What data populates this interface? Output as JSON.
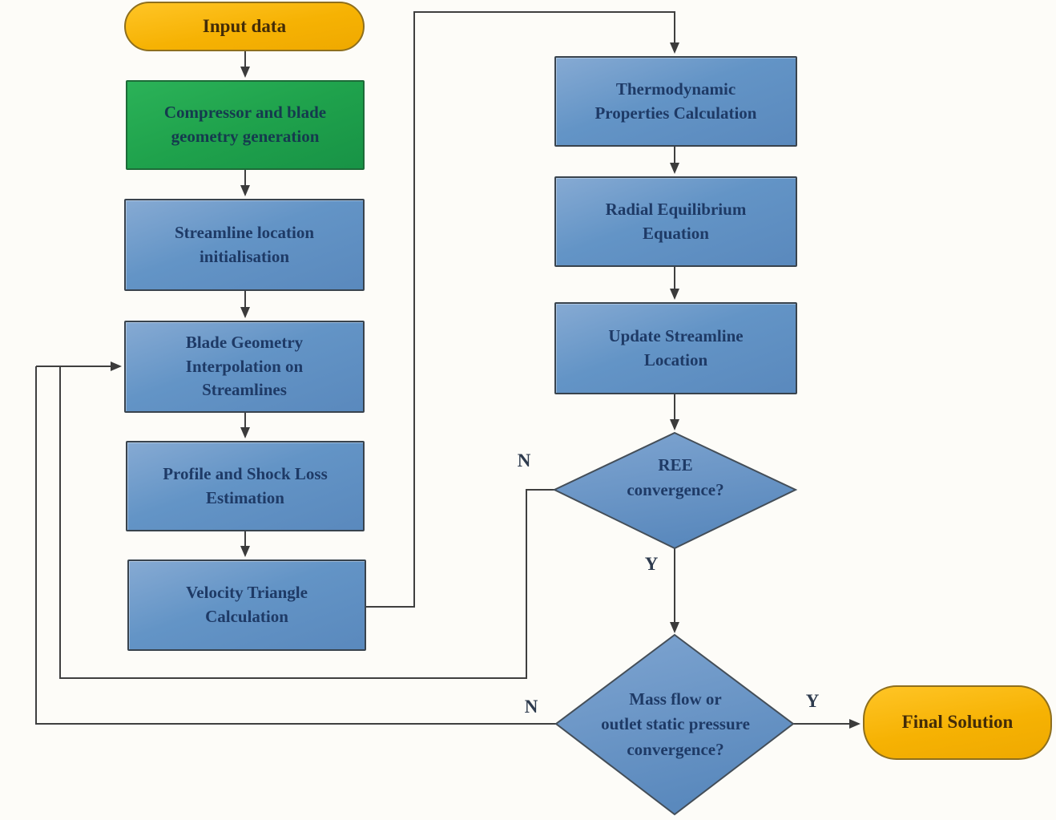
{
  "diagram": {
    "nodes": [
      {
        "id": "input-data",
        "type": "terminator",
        "label": "Input data"
      },
      {
        "id": "compressor-geometry",
        "type": "process-green",
        "label": "Compressor and blade\ngeometry generation"
      },
      {
        "id": "streamline-init",
        "type": "process",
        "label": "Streamline location\ninitialisation"
      },
      {
        "id": "blade-interpolation",
        "type": "process",
        "label": "Blade Geometry\nInterpolation on\nStreamlines"
      },
      {
        "id": "profile-shock-loss",
        "type": "process",
        "label": "Profile and Shock Loss\nEstimation"
      },
      {
        "id": "velocity-triangle",
        "type": "process",
        "label": "Velocity Triangle\nCalculation"
      },
      {
        "id": "thermodynamic-props",
        "type": "process",
        "label": "Thermodynamic\nProperties Calculation"
      },
      {
        "id": "radial-equilibrium",
        "type": "process",
        "label": "Radial Equilibrium\nEquation"
      },
      {
        "id": "update-streamline",
        "type": "process",
        "label": "Update Streamline\nLocation"
      },
      {
        "id": "ree-convergence",
        "type": "decision",
        "label": "REE\nconvergence?"
      },
      {
        "id": "massflow-convergence",
        "type": "decision",
        "label": "Mass flow or\noutlet static pressure\nconvergence?"
      },
      {
        "id": "final-solution",
        "type": "terminator",
        "label": "Final Solution"
      }
    ],
    "edge_labels": {
      "ree_no": "N",
      "ree_yes": "Y",
      "mass_no": "N",
      "mass_yes": "Y"
    },
    "colors": {
      "process_fill": "#6394c6",
      "process_border": "#39434d",
      "green_fill": "#1fa24c",
      "green_border": "#1d6b38",
      "terminator_fill": "#f6b203",
      "terminator_border": "#8e6f1e",
      "text": "#1e3a66",
      "line": "#3f3f3f",
      "background": "#fdfcf8"
    }
  }
}
